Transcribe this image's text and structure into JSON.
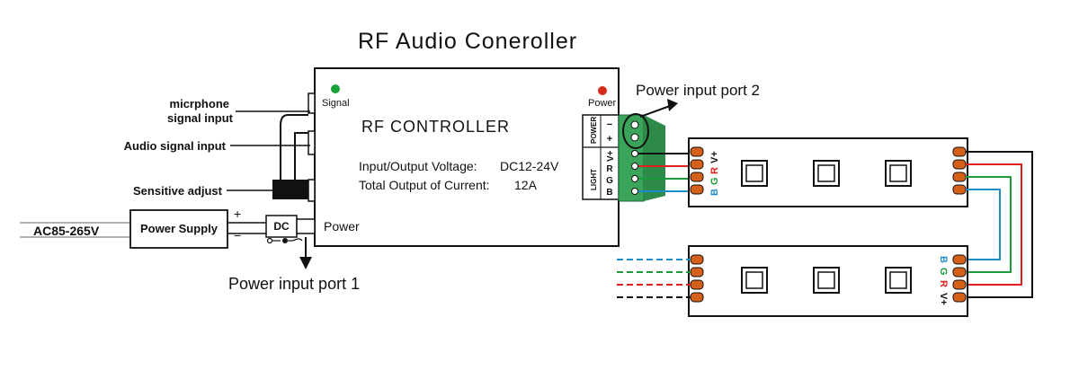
{
  "title": "RF Audio Coneroller",
  "controller": {
    "label": "RF CONTROLLER",
    "voltage_label": "Input/Output Voltage:",
    "voltage_value": "DC12-24V",
    "current_label": "Total Output of Current:",
    "current_value": "12A",
    "signal_led": "Signal",
    "power_led": "Power",
    "power_in": "Power",
    "power_terminal": "POWER",
    "light_terminal": "LIGHT",
    "pin_minus": "−",
    "pin_plus": "+",
    "pin_v": "V+",
    "pin_r": "R",
    "pin_g": "G",
    "pin_b": "B"
  },
  "left_labels": {
    "mic_line1": "micrphone",
    "mic_line2": "signal input",
    "audio": "Audio signal input",
    "sensitive": "Sensitive adjust"
  },
  "power": {
    "ac": "AC85-265V",
    "supply": "Power Supply",
    "plus": "+",
    "minus": "−",
    "dc": "DC",
    "port1": "Power input port 1",
    "port2": "Power input port 2"
  },
  "strip": {
    "v": "V+",
    "r": "R",
    "g": "G",
    "b": "B"
  },
  "colors": {
    "red": "#e0201c",
    "green": "#1a9a3a",
    "blue": "#1b8ec9",
    "black": "#111111",
    "terminal_green": "#3aa55a",
    "led_green": "#1aa33a",
    "led_red": "#d42a1a",
    "pad": "#d4601a"
  }
}
